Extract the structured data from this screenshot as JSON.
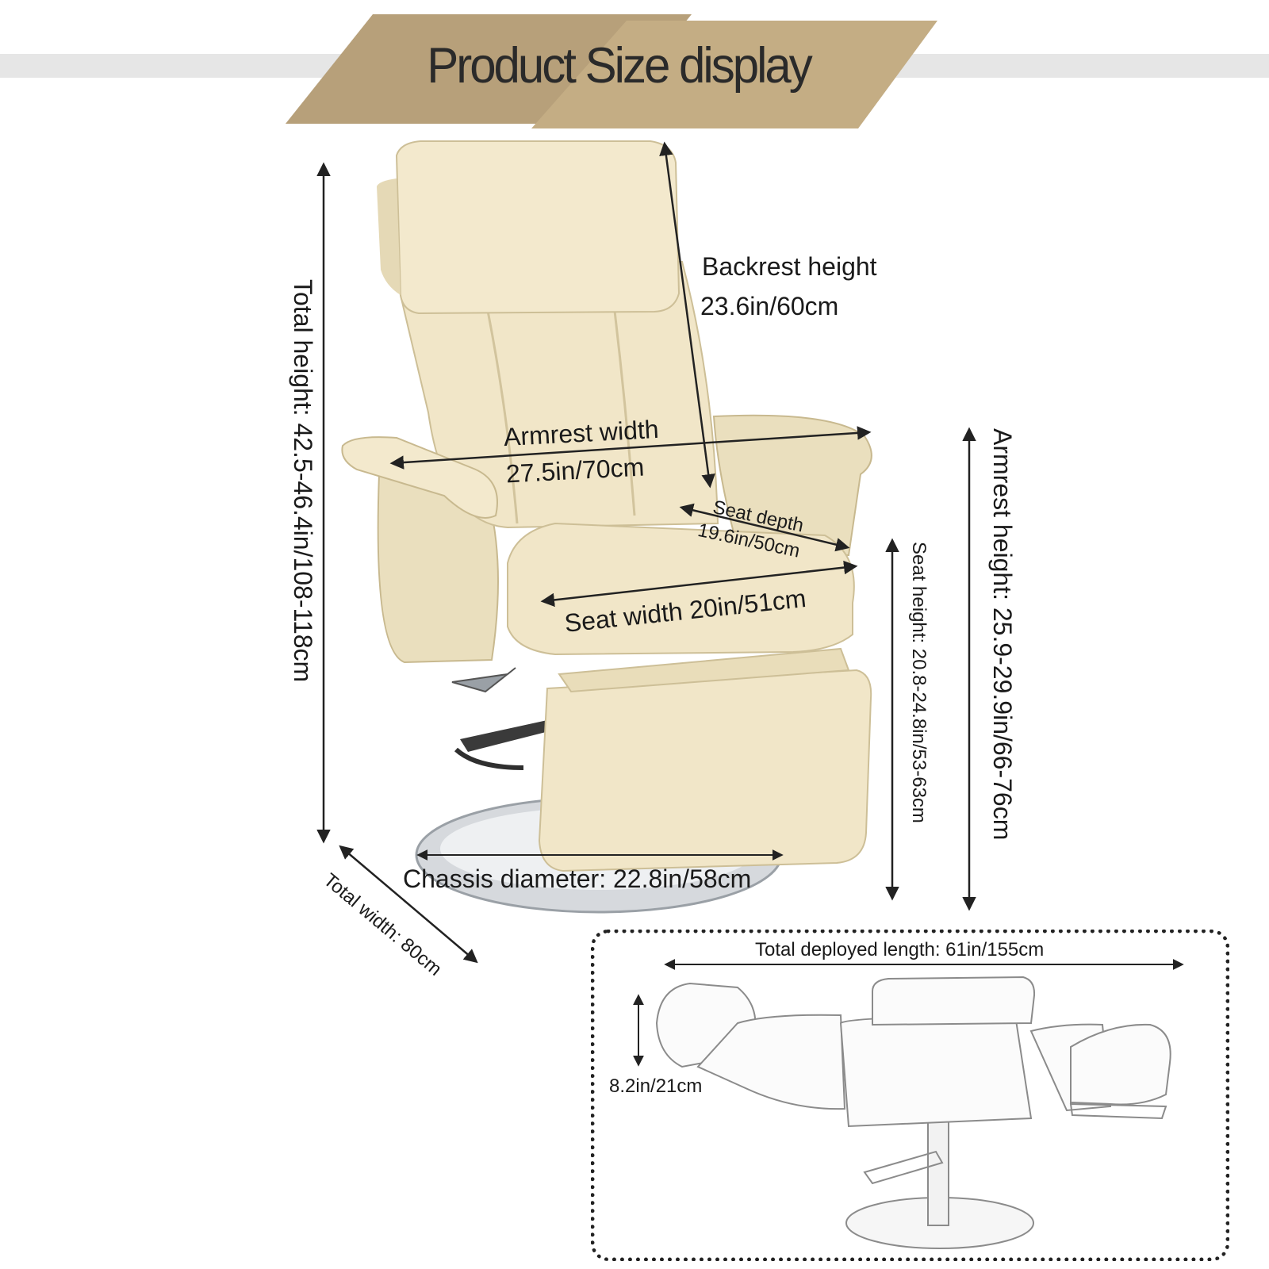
{
  "header": {
    "title": "Product Size display"
  },
  "dimensions": {
    "backrest_height": {
      "label": "Backrest height",
      "value": "23.6in/60cm"
    },
    "armrest_width": {
      "label": "Armrest width",
      "value": "27.5in/70cm"
    },
    "seat_depth": {
      "label": "Seat depth",
      "value": "19.6in/50cm"
    },
    "seat_width": {
      "text": "Seat width 20in/51cm"
    },
    "total_height": {
      "text": "Total height: 42.5-46.4in/108-118cm"
    },
    "seat_height": {
      "text": "Seat height: 20.8-24.8in/53-63cm"
    },
    "armrest_height": {
      "text": "Armrest height: 25.9-29.9in/66-76cm"
    },
    "chassis_diameter": {
      "text": "Chassis diameter: 22.8in/58cm"
    },
    "total_width": {
      "text": "Total width: 80cm"
    }
  },
  "deployed": {
    "total_length": "Total deployed length: 61in/155cm",
    "height": "8.2in/21cm"
  },
  "colors": {
    "banner_left": "#b7a07a",
    "banner_right": "#c4ad84",
    "band": "#e6e6e6",
    "upholstery": "#f1e6c8",
    "upholstery_shade": "#ddd0ad",
    "chrome": "#bfc3c8"
  }
}
